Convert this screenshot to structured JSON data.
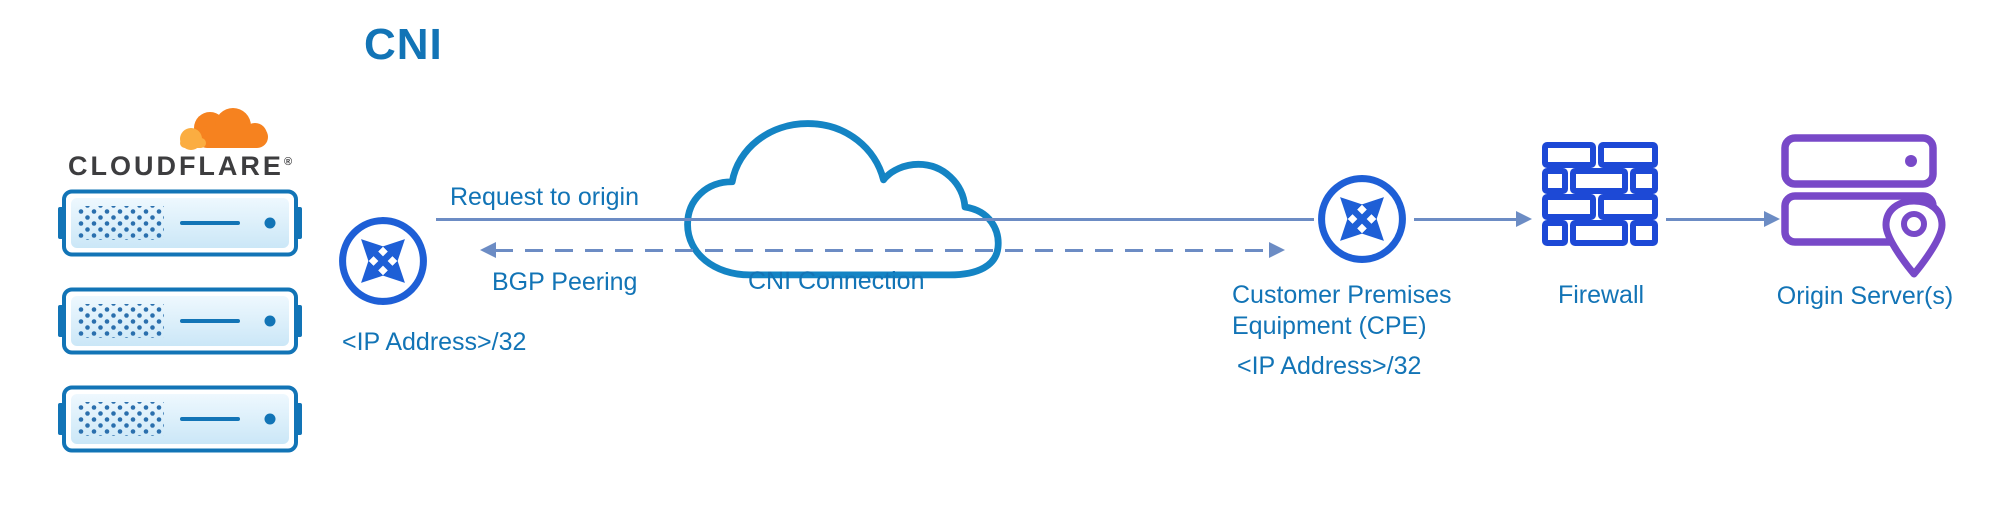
{
  "title": "CNI",
  "cloudflare": {
    "wordmark": "CLOUDFLARE",
    "registered_mark": "®"
  },
  "flow": {
    "request_label": "Request to origin",
    "bgp_label": "BGP Peering",
    "cloud_label": "CNI Connection"
  },
  "nodes": {
    "edge_router": {
      "ip": "<IP Address>/32"
    },
    "cpe": {
      "name_line1": "Customer Premises",
      "name_line2": "Equipment (CPE)",
      "ip": "<IP Address>/32"
    },
    "firewall": {
      "label": "Firewall"
    },
    "origin": {
      "label": "Origin Server(s)"
    }
  },
  "colors": {
    "label_blue": "#1274B6",
    "router_blue": "#1E5FD6",
    "connector": "#6C8CC4",
    "cloud_stroke": "#1484C4",
    "firewall_blue": "#1D49D6",
    "origin_purple": "#7849C8",
    "cf_orange": "#F6821F",
    "cf_orange_light": "#FBAD41",
    "cf_text": "#3D3D3F",
    "server_blue": "#1274B6"
  }
}
